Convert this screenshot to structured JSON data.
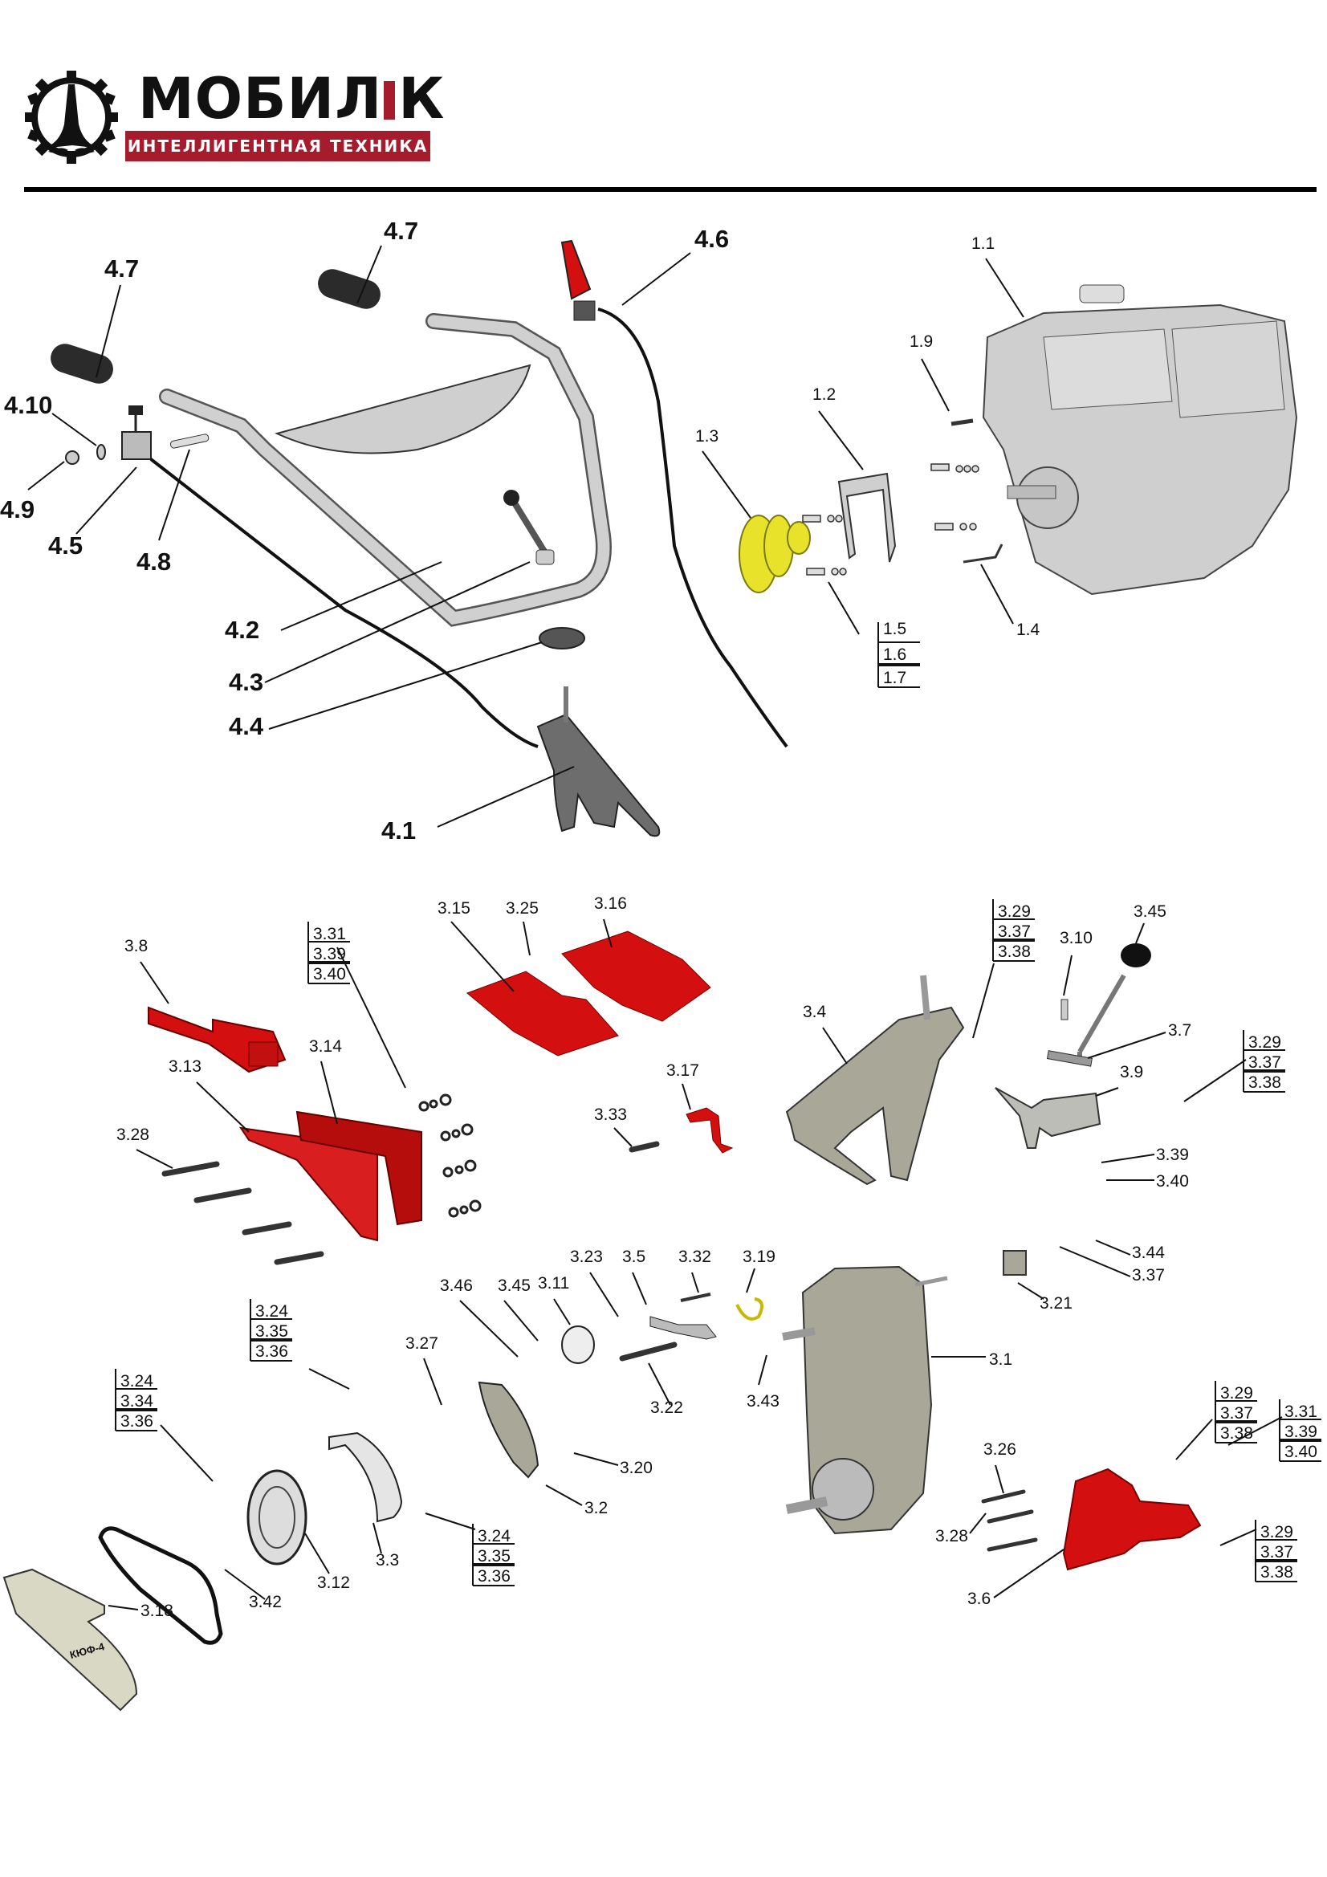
{
  "header": {
    "brand_name_left": "МОБИЛ",
    "brand_name_right": "К",
    "tagline": "ИНТЕЛЛИГЕНТНАЯ ТЕХНИКА",
    "logo_icon": "gear-tower-icon",
    "brand_color": "#a51d2d"
  },
  "colors": {
    "red_part": "#d40f0f",
    "yellow_part": "#e8e22a",
    "gray_part": "#bdbdb8",
    "olive_part": "#a9a898",
    "dark_part": "#2b2b2b"
  },
  "sections": {
    "handle_engine": {
      "labels": [
        "4.7",
        "4.7",
        "4.6",
        "4.10",
        "4.9",
        "4.5",
        "4.8",
        "4.2",
        "4.3",
        "4.4",
        "4.1",
        "1.1",
        "1.9",
        "1.2",
        "1.3",
        "1.4",
        "1.5",
        "1.6",
        "1.7"
      ]
    },
    "transmission": {
      "labels": [
        "3.15",
        "3.25",
        "3.16",
        "3.8",
        "3.31",
        "3.39",
        "3.40",
        "3.14",
        "3.13",
        "3.28",
        "3.17",
        "3.33",
        "3.4",
        "3.29",
        "3.37",
        "3.38",
        "3.45",
        "3.10",
        "3.7",
        "3.9",
        "3.29",
        "3.37",
        "3.38",
        "3.39",
        "3.40",
        "3.44",
        "3.37",
        "3.21",
        "3.23",
        "3.5",
        "3.32",
        "3.19",
        "3.46",
        "3.45",
        "3.11",
        "3.27",
        "3.22",
        "3.43",
        "3.1",
        "3.20",
        "3.2",
        "3.24",
        "3.35",
        "3.36",
        "3.24",
        "3.34",
        "3.36",
        "3.24",
        "3.35",
        "3.36",
        "3.12",
        "3.3",
        "3.42",
        "3.18",
        "3.26",
        "3.28",
        "3.29",
        "3.37",
        "3.38",
        "3.31",
        "3.39",
        "3.40",
        "3.6",
        "3.29",
        "3.37",
        "3.38"
      ]
    }
  },
  "cover_text": "КЮФ-4"
}
